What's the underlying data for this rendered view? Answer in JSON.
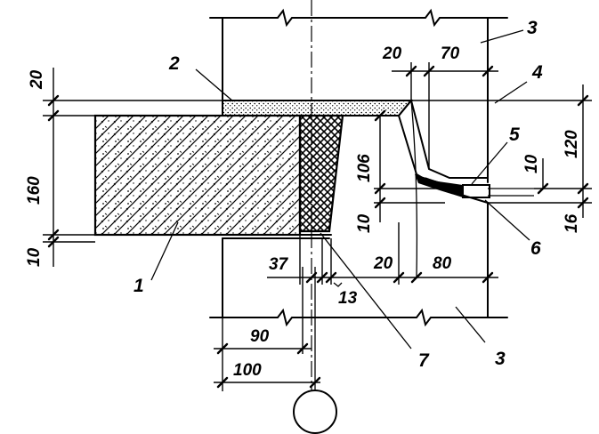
{
  "dimensions": {
    "d20_top_left": "20",
    "d160": "160",
    "d10_left": "10",
    "d20_top_right": "20",
    "d70": "70",
    "d106": "106",
    "d10_mid": "10",
    "d10_small": "10",
    "d120": "120",
    "d16": "16",
    "d37": "37",
    "d13": "13",
    "d20_bottom": "20",
    "d80": "80",
    "d90": "90",
    "d100": "100"
  },
  "callouts": {
    "c1": "1",
    "c2": "2",
    "c3_top": "3",
    "c3_bottom": "3",
    "c4": "4",
    "c5": "5",
    "c6": "6",
    "c7": "7"
  }
}
